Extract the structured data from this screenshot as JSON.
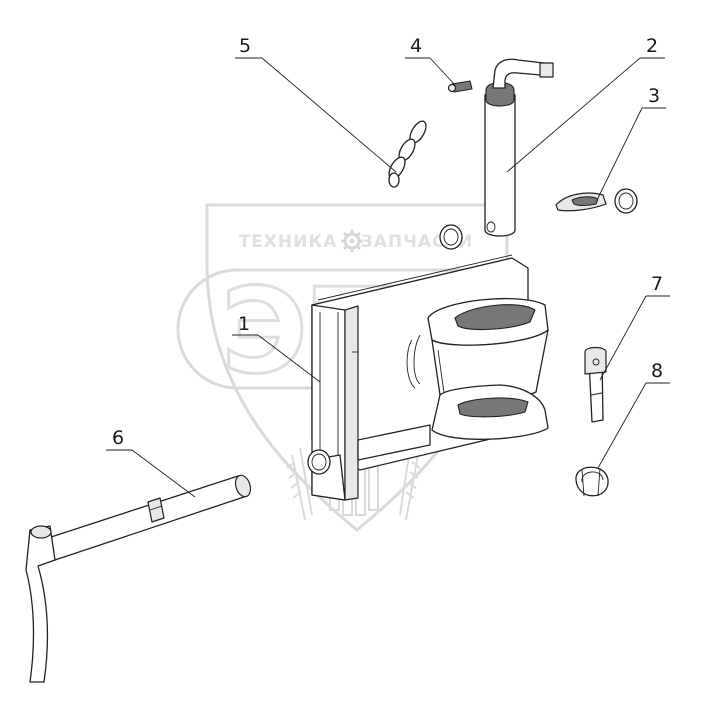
{
  "watermark": {
    "text_left": "ТЕХНИКА",
    "text_right": "ЗАПЧАСТИ",
    "logo_letters": "ЭТС",
    "gear_icon": "gear-icon"
  },
  "callouts": [
    {
      "id": "1",
      "label": "1"
    },
    {
      "id": "2",
      "label": "2"
    },
    {
      "id": "3",
      "label": "3"
    },
    {
      "id": "4",
      "label": "4"
    },
    {
      "id": "5",
      "label": "5"
    },
    {
      "id": "6",
      "label": "6"
    },
    {
      "id": "7",
      "label": "7"
    },
    {
      "id": "8",
      "label": "8"
    }
  ]
}
